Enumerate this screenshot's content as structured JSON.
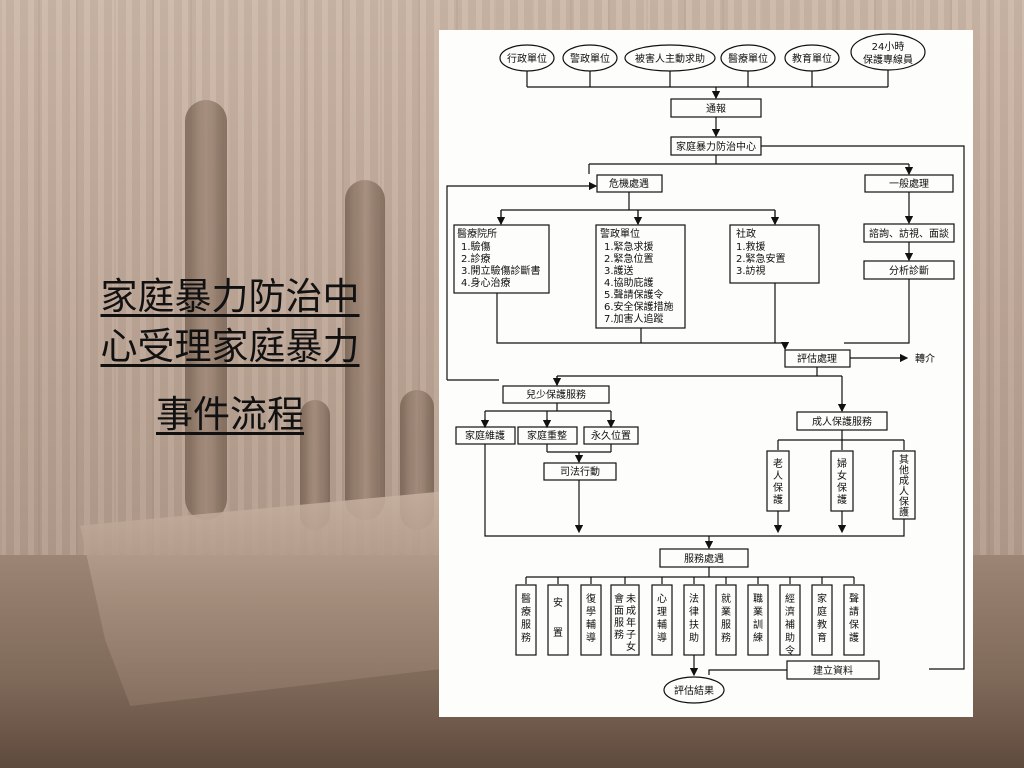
{
  "title": {
    "line1": "家庭暴力防治中",
    "line2": "心受理家庭暴力",
    "line3": "事件流程"
  },
  "flowchart": {
    "sources": [
      "行政單位",
      "警政單位",
      "被害人主動求助",
      "醫療單位",
      "教育單位",
      "24小時",
      "保護專線員"
    ],
    "notify": "通報",
    "center": "家庭暴力防治中心",
    "crisis": "危機處遇",
    "general": "一般處理",
    "consult": "諮詢、訪視、面談",
    "analysis": "分析診斷",
    "medical": {
      "title": "醫療院所",
      "items": [
        "1.驗傷",
        "2.診療",
        "3.開立驗傷診斷書",
        "4.身心治療"
      ]
    },
    "police": {
      "title": "警政單位",
      "items": [
        "1.緊急求援",
        "2.緊急位置",
        "3.護送",
        "4.協助庇護",
        "5.聲請保護令",
        "6.安全保護措施",
        "7.加害人追蹤"
      ]
    },
    "social": {
      "title": "社政",
      "items": [
        "1.救援",
        "2.緊急安置",
        "3.訪視"
      ]
    },
    "assess": "評估處理",
    "referral": "轉介",
    "child": "兒少保護服務",
    "family_keep": "家庭維護",
    "family_rebuild": "家庭重整",
    "permanent": "永久位置",
    "judicial": "司法行動",
    "adult": "成人保護服務",
    "elder": "老人保護",
    "women": "婦女保護",
    "other_adult": "其他成人保護",
    "service": "服務處遇",
    "services": [
      "醫療服務",
      "安置",
      "復學輔導",
      "未成年子女會面服務",
      "心理輔導",
      "法律扶助",
      "就業服務",
      "職業訓練",
      "經濟補助令",
      "家庭教育",
      "聲請保護"
    ],
    "record": "建立資料",
    "result": "評估結果"
  }
}
